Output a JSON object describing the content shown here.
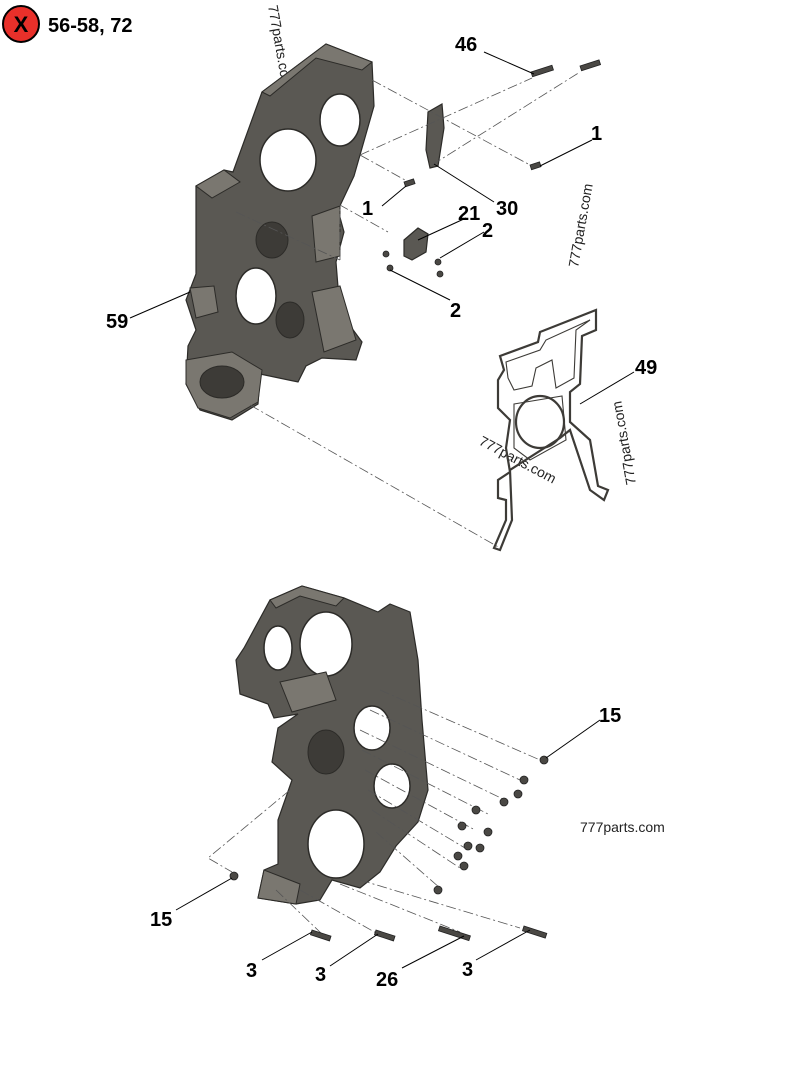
{
  "badge": {
    "symbol": "X",
    "text": "56-58, 72",
    "color": "#e8302a"
  },
  "watermark": "777parts.com",
  "callouts": {
    "c46": "46",
    "c1a": "1",
    "c1b": "1",
    "c21": "21",
    "c30": "30",
    "c2a": "2",
    "c2b": "2",
    "c59": "59",
    "c49": "49",
    "c15a": "15",
    "c15b": "15",
    "c3a": "3",
    "c3b": "3",
    "c26": "26",
    "c3c": "3"
  },
  "colors": {
    "part": "#5a5853",
    "outline": "#2c2b28",
    "badge": "#e8302a"
  }
}
